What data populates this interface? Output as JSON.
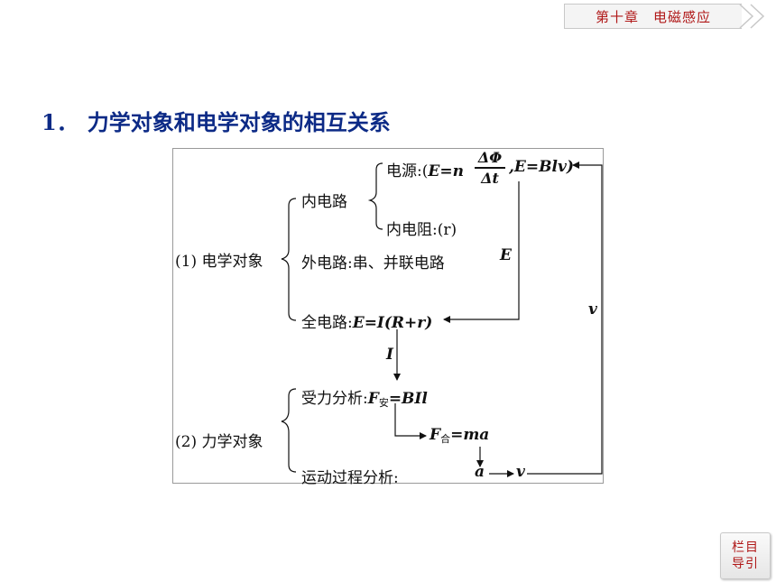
{
  "header": {
    "chapter": "第十章",
    "topic": "电磁感应"
  },
  "title": {
    "number": "1．",
    "text": "力学对象和电学对象的相互关系"
  },
  "diagram": {
    "section1": "(1) 电学对象",
    "internal": "内电路",
    "emf_prefix": "电源:(",
    "emf_formula_a": "E=n",
    "frac_num": "ΔΦ",
    "frac_den": "Δt",
    "emf_formula_b": ",E=Blv)",
    "internal_res": "内电阻:(r)",
    "external": "外电路:串、并联电路",
    "full_prefix": "全电路:",
    "full_formula": "E=I(R+r)",
    "label_E": "E",
    "label_I": "I",
    "label_v": "v",
    "section2": "(2) 力学对象",
    "force_prefix": "受力分析:",
    "force_F": "F",
    "force_sub": "安",
    "force_rhs": "=BIl",
    "net_F": "F",
    "net_sub": "合",
    "net_rhs": "=ma",
    "motion": "运动过程分析:",
    "motion_a": "a",
    "motion_v": "v"
  },
  "nav": {
    "line1": "栏目",
    "line2": "导引"
  }
}
